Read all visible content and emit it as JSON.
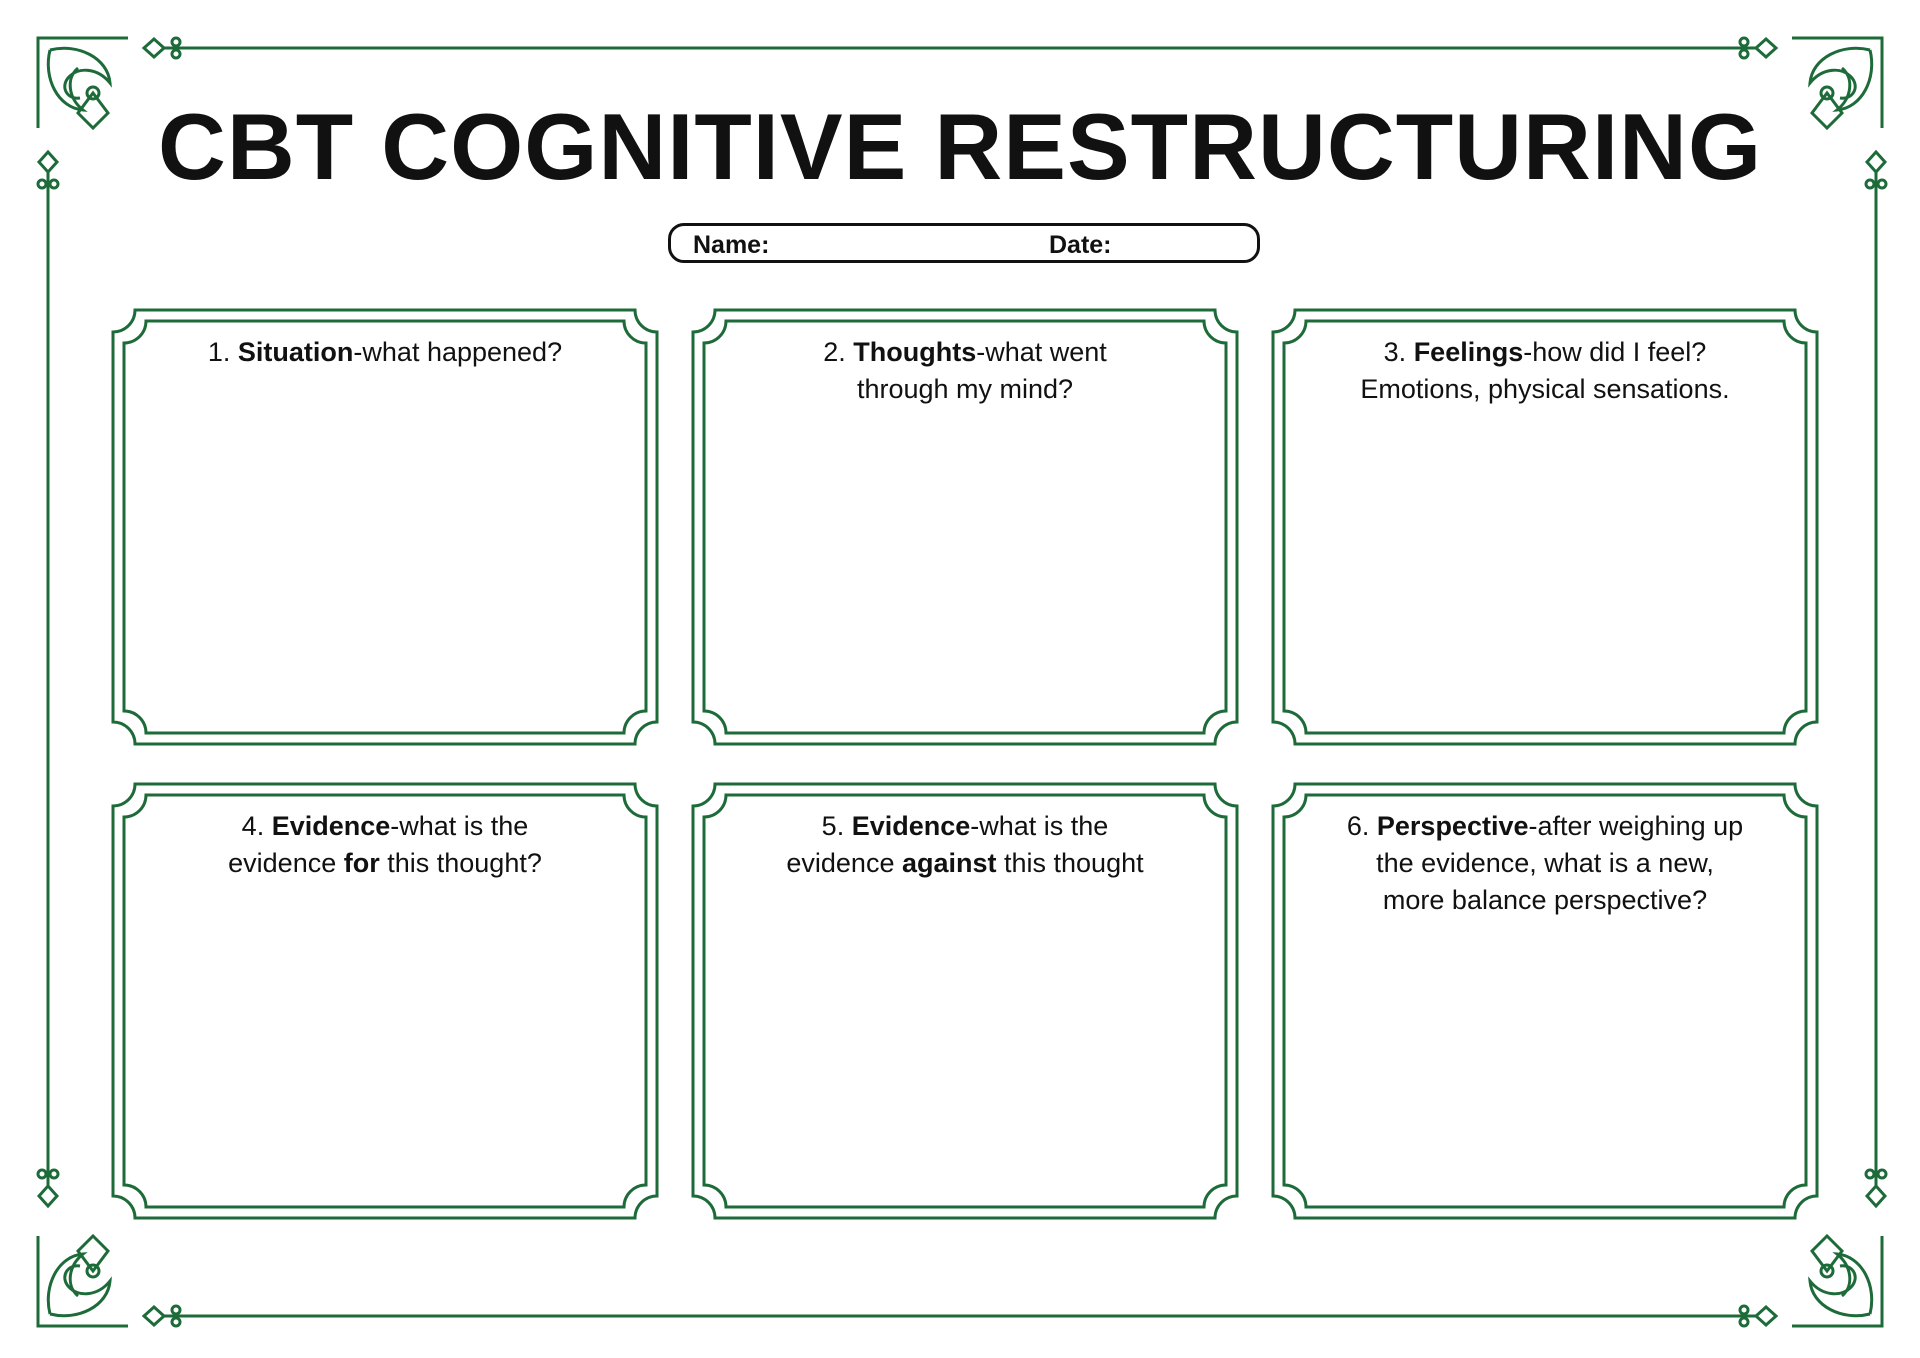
{
  "title": "CBT COGNITIVE RESTRUCTURING",
  "fields": {
    "name_label": "Name:",
    "date_label": "Date:"
  },
  "colors": {
    "border": "#1e6b3a",
    "text": "#111111",
    "background": "#ffffff"
  },
  "icons": [
    "corner-flourish-icon",
    "diamond-ornament-icon"
  ],
  "boxes": [
    {
      "num": "1. ",
      "bold1": "Situation",
      "text1": "-what happened?",
      "line2a": "",
      "bold2": "",
      "line2b": "",
      "line3": ""
    },
    {
      "num": "2. ",
      "bold1": "Thoughts",
      "text1": "-what went",
      "line2a": "through my mind?",
      "bold2": "",
      "line2b": "",
      "line3": ""
    },
    {
      "num": "3. ",
      "bold1": "Feelings",
      "text1": "-how did I feel?",
      "line2a": "Emotions, physical sensations.",
      "bold2": "",
      "line2b": "",
      "line3": ""
    },
    {
      "num": "4. ",
      "bold1": "Evidence",
      "text1": "-what is the",
      "line2a": "evidence ",
      "bold2": "for",
      "line2b": " this thought?",
      "line3": ""
    },
    {
      "num": "5. ",
      "bold1": "Evidence",
      "text1": "-what is the",
      "line2a": "evidence ",
      "bold2": "against",
      "line2b": " this thought",
      "line3": ""
    },
    {
      "num": "6. ",
      "bold1": "Perspective",
      "text1": "-after weighing up",
      "line2a": "the evidence, what is a new,",
      "bold2": "",
      "line2b": "",
      "line3": "more balance perspective?"
    }
  ]
}
